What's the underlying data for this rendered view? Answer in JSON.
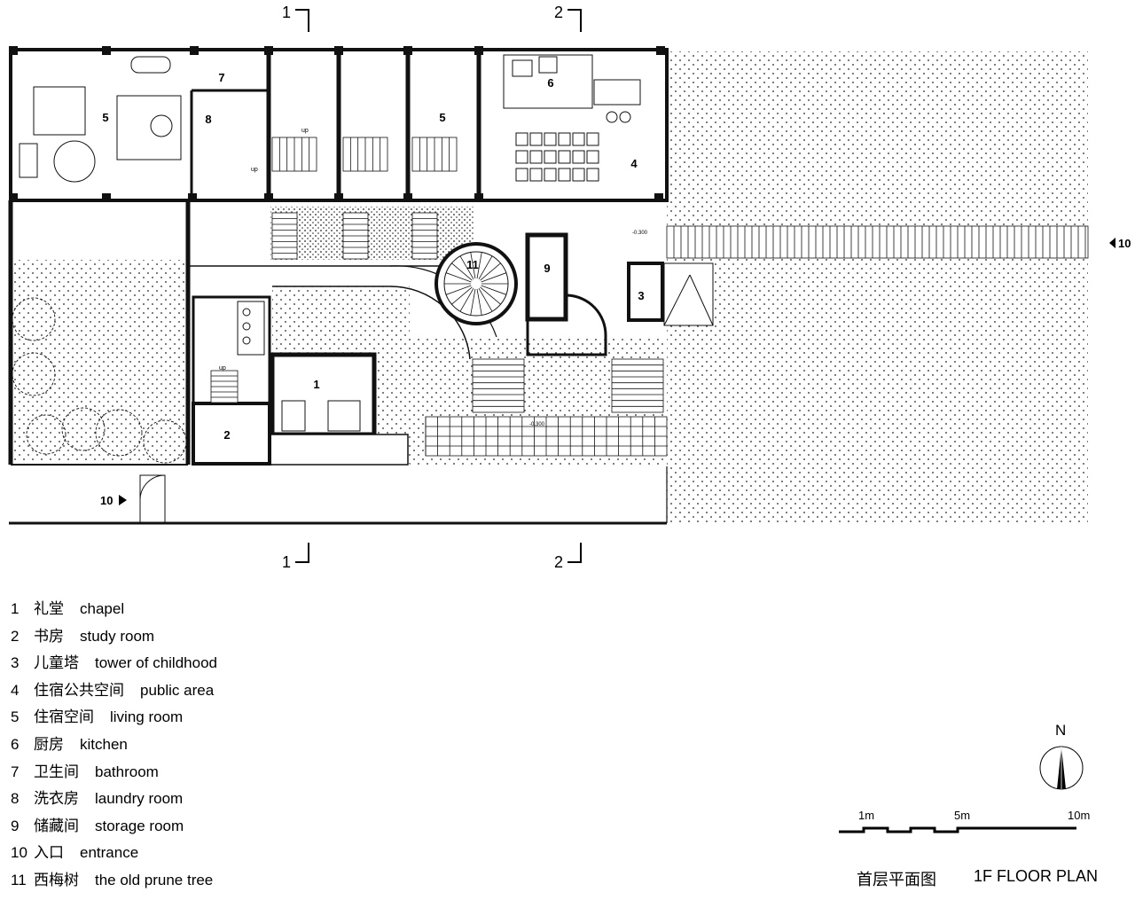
{
  "plan": {
    "room_labels": [
      {
        "id": "r1",
        "text": "1"
      },
      {
        "id": "r2",
        "text": "2"
      },
      {
        "id": "r3",
        "text": "3"
      },
      {
        "id": "r4",
        "text": "4"
      },
      {
        "id": "r5a",
        "text": "5"
      },
      {
        "id": "r5b",
        "text": "5"
      },
      {
        "id": "r6",
        "text": "6"
      },
      {
        "id": "r7",
        "text": "7"
      },
      {
        "id": "r8",
        "text": "8"
      },
      {
        "id": "r9",
        "text": "9"
      },
      {
        "id": "r11",
        "text": "11"
      }
    ],
    "stair_labels": [
      "up",
      "up",
      "up"
    ],
    "entrance_labels": [
      "10",
      "10"
    ],
    "section_markers": [
      "1",
      "2",
      "1",
      "2"
    ],
    "level_marks": [
      "-0.300",
      "-0.300"
    ]
  },
  "legend": [
    {
      "num": "1",
      "cn": "礼堂",
      "en": "chapel"
    },
    {
      "num": "2",
      "cn": "书房",
      "en": "study room"
    },
    {
      "num": "3",
      "cn": "儿童塔",
      "en": "tower of childhood"
    },
    {
      "num": "4",
      "cn": "住宿公共空间",
      "en": "public area"
    },
    {
      "num": "5",
      "cn": "住宿空间",
      "en": "living room"
    },
    {
      "num": "6",
      "cn": "厨房",
      "en": "kitchen"
    },
    {
      "num": "7",
      "cn": "卫生间",
      "en": "bathroom"
    },
    {
      "num": "8",
      "cn": "洗衣房",
      "en": "laundry room"
    },
    {
      "num": "9",
      "cn": "储藏间",
      "en": "storage room"
    },
    {
      "num": "10",
      "cn": "入口",
      "en": "entrance"
    },
    {
      "num": "11",
      "cn": "西梅树",
      "en": "the old prune tree"
    }
  ],
  "north": {
    "label": "N"
  },
  "scale": {
    "labels": [
      "1m",
      "5m",
      "10m"
    ]
  },
  "caption": {
    "cn": "首层平面图",
    "en": "1F FLOOR PLAN"
  }
}
